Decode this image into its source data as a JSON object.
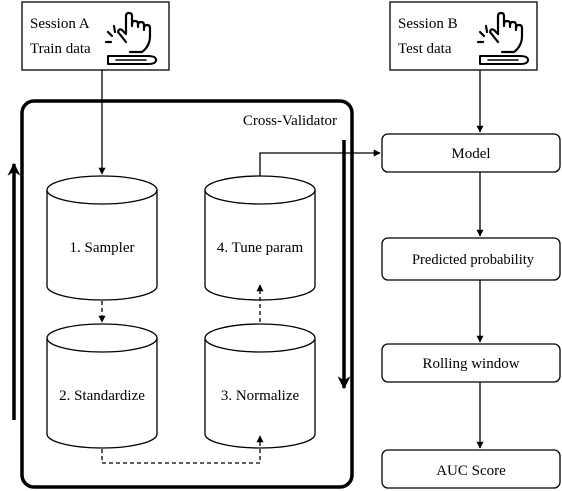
{
  "session_a": {
    "line1": "Session A",
    "line2": "Train data",
    "icon": "touch-screen-icon"
  },
  "session_b": {
    "line1": "Session B",
    "line2": "Test data",
    "icon": "touch-screen-icon"
  },
  "cross_validator": {
    "title": "Cross-Validator"
  },
  "steps": {
    "sampler": "1. Sampler",
    "standardize": "2. Standardize",
    "normalize": "3. Normalize",
    "tune_param": "4. Tune param"
  },
  "pipeline": {
    "model": "Model",
    "predicted_probability": "Predicted probability",
    "rolling_window": "Rolling window",
    "auc_score": "AUC Score"
  },
  "colors": {
    "stroke": "#000000",
    "background": "#ffffff"
  }
}
